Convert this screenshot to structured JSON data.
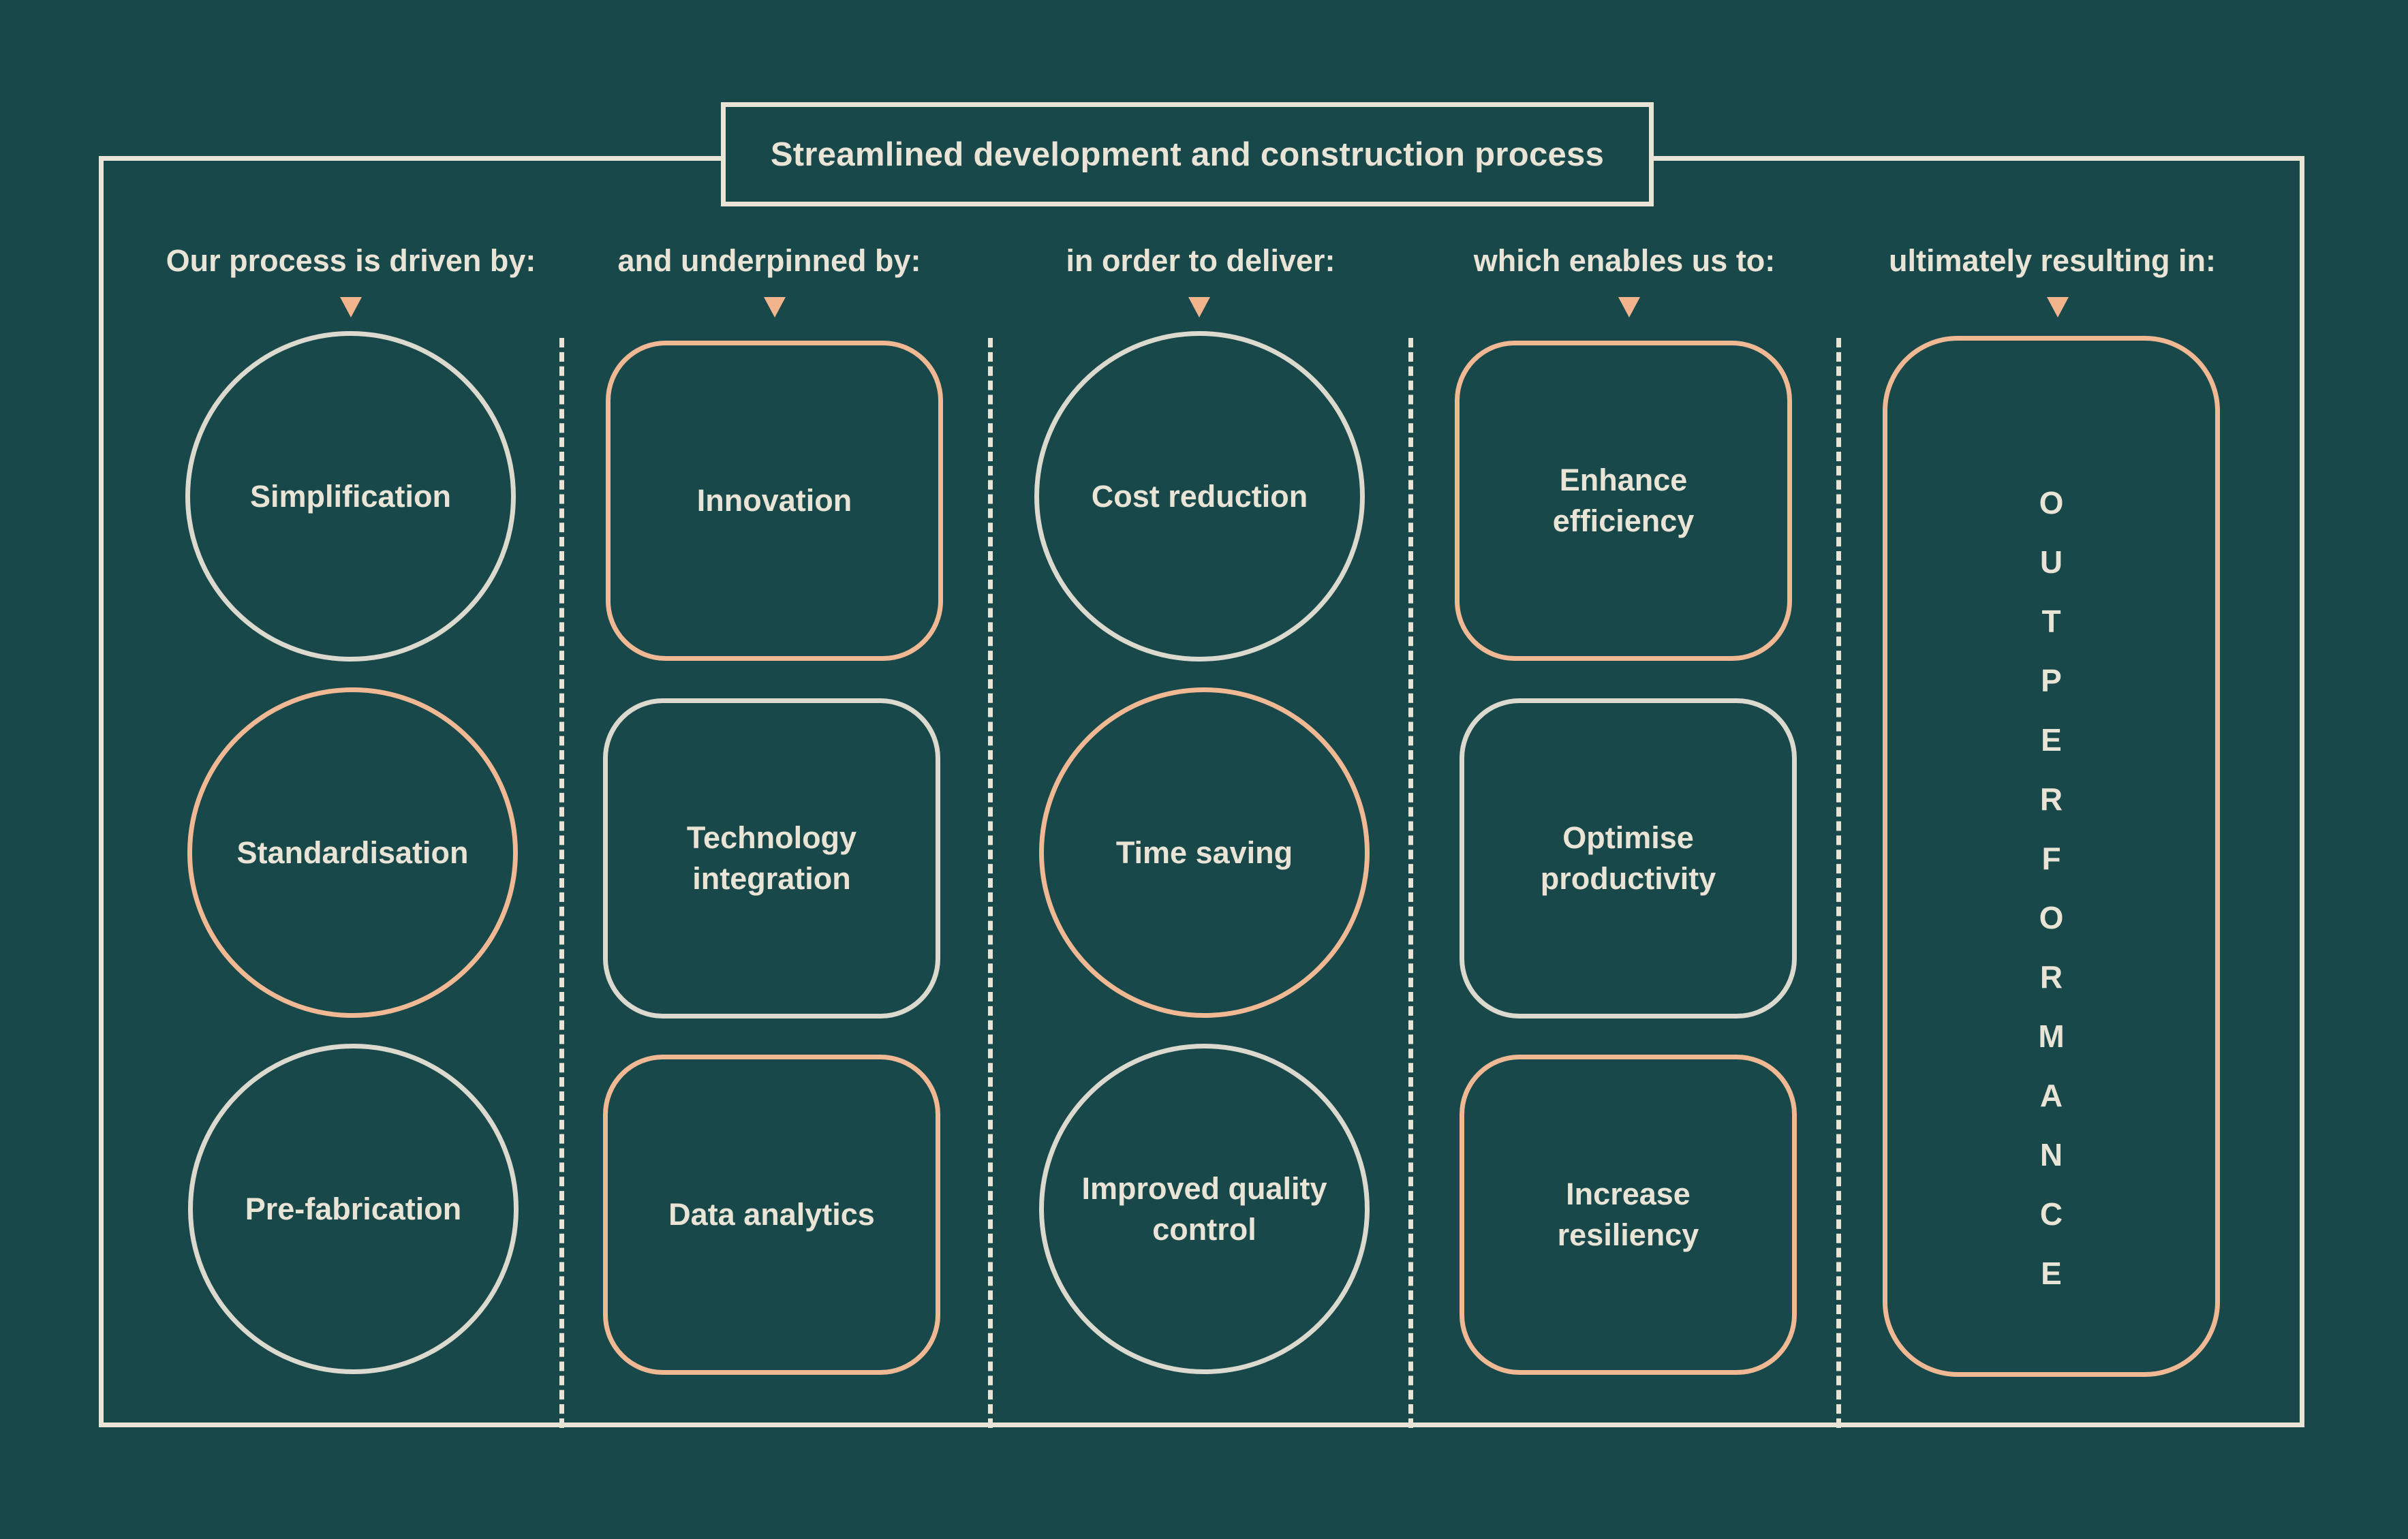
{
  "title": "Streamlined development and construction process",
  "columns": [
    {
      "header": "Our process is driven by:",
      "items": [
        "Simplification",
        "Standardisation",
        "Pre-fabrication"
      ]
    },
    {
      "header": "and underpinned by:",
      "items": [
        "Innovation",
        "Technology integration",
        "Data analytics"
      ]
    },
    {
      "header": "in order to deliver:",
      "items": [
        "Cost reduction",
        "Time saving",
        "Improved quality control"
      ]
    },
    {
      "header": "which enables us to:",
      "items": [
        "Enhance efficiency",
        "Optimise productivity",
        "Increase resiliency"
      ]
    },
    {
      "header": "ultimately resulting in:",
      "result": "OUTPERFORMANCE"
    }
  ],
  "colors": {
    "background": "#18484a",
    "frame": "#e9e4d6",
    "cream_outline": "#dcdacf",
    "peach_outline": "#f0b993",
    "arrow": "#f2b48d"
  }
}
